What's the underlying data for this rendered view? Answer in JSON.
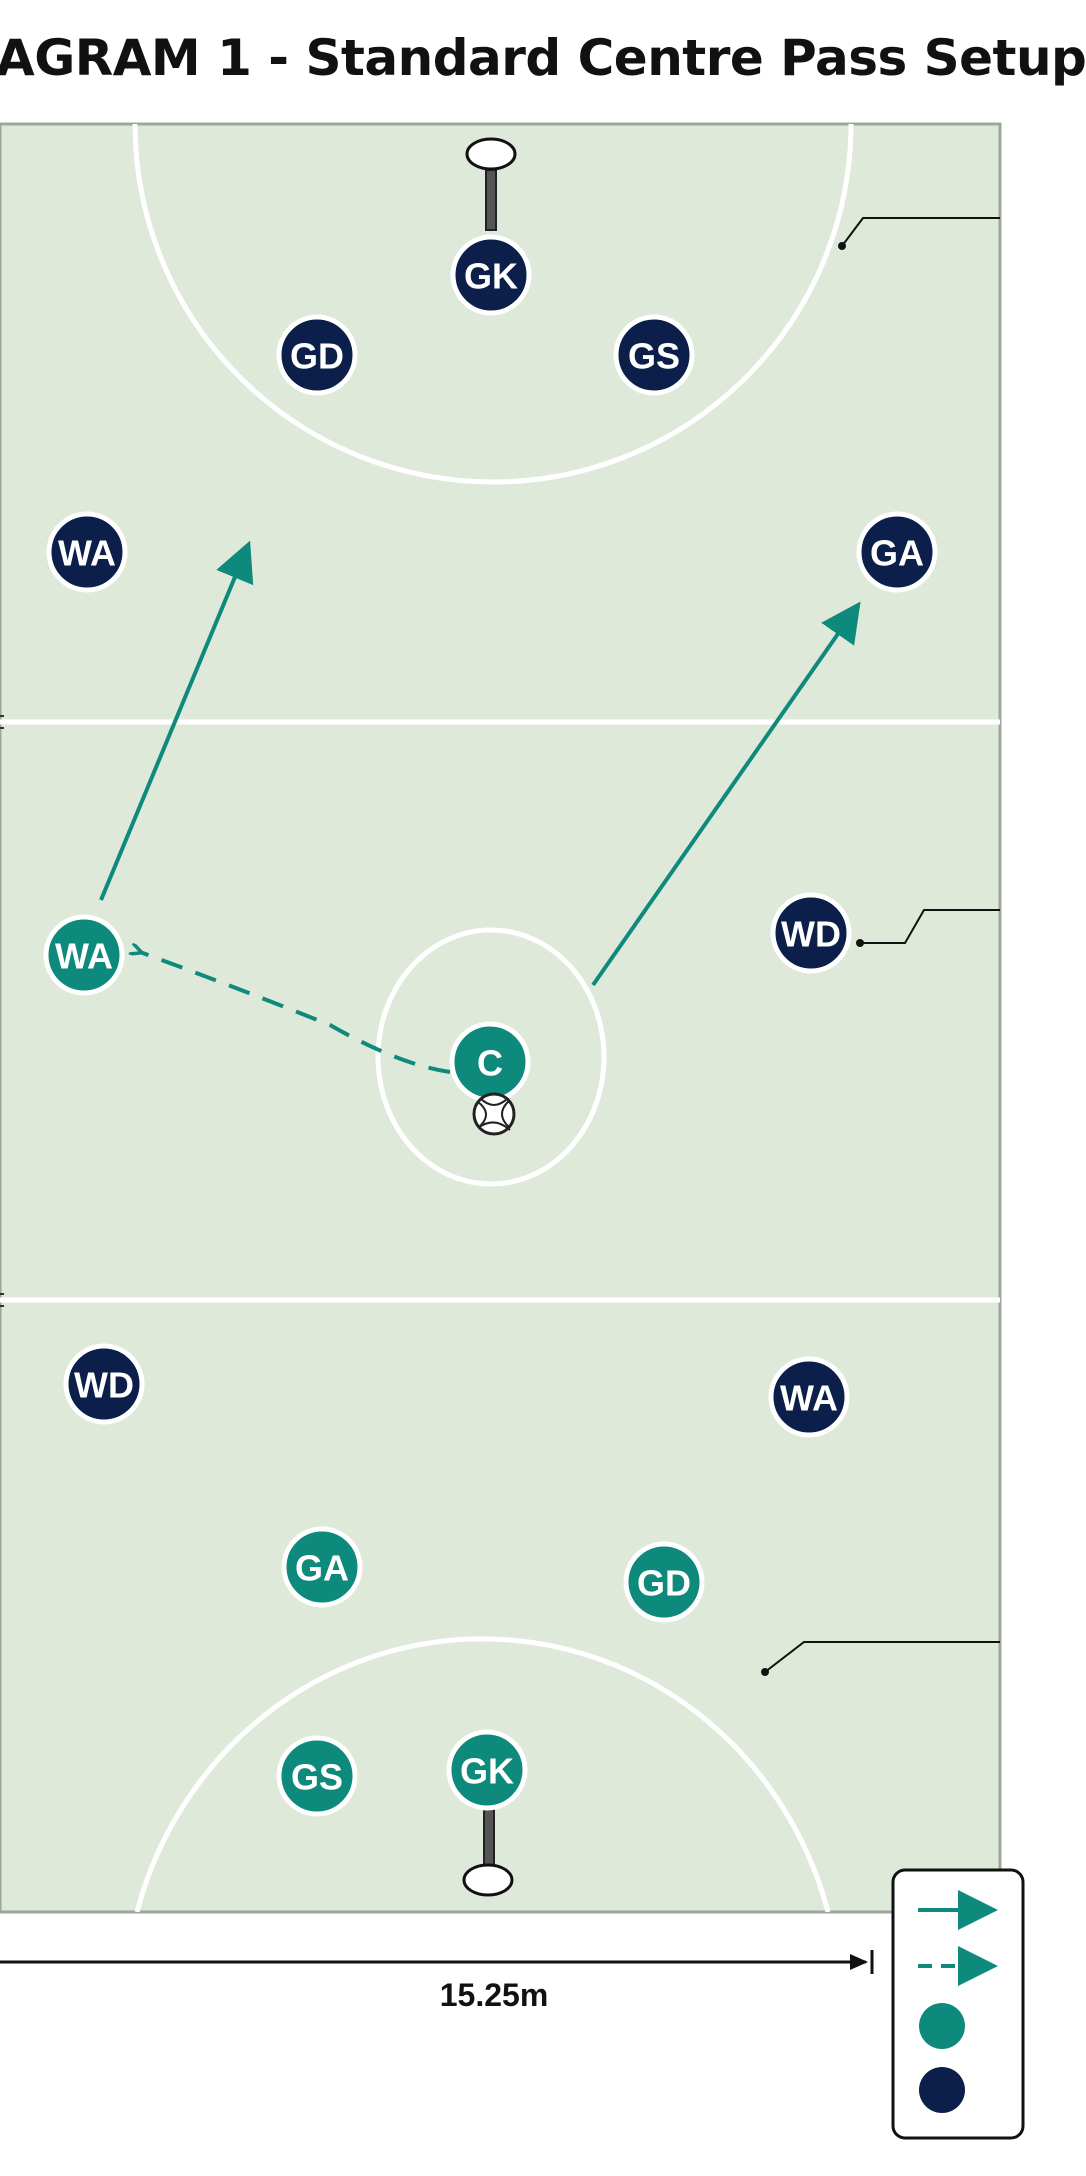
{
  "title": "AGRAM 1 - Standard Centre Pass Setup",
  "colors": {
    "court": "#dfe9da",
    "lines": "#ffffff",
    "teal": "#0e8a7c",
    "navy": "#0c1f4a",
    "border": "#9aa89a"
  },
  "dimension": {
    "label": "15.25m"
  },
  "ball": {
    "icon": "netball-icon"
  },
  "players": [
    {
      "team": "navy",
      "label": "GK",
      "name": "player-navy-gk-top"
    },
    {
      "team": "navy",
      "label": "GD",
      "name": "player-navy-gd-top"
    },
    {
      "team": "navy",
      "label": "GS",
      "name": "player-navy-gs-top"
    },
    {
      "team": "navy",
      "label": "WA",
      "name": "player-navy-wa-top"
    },
    {
      "team": "navy",
      "label": "GA",
      "name": "player-navy-ga-top"
    },
    {
      "team": "teal",
      "label": "WA",
      "name": "player-teal-wa-centre"
    },
    {
      "team": "navy",
      "label": "WD",
      "name": "player-navy-wd-centre"
    },
    {
      "team": "teal",
      "label": "C",
      "name": "player-teal-c"
    },
    {
      "team": "navy",
      "label": "WD",
      "name": "player-navy-wd-bottom"
    },
    {
      "team": "navy",
      "label": "WA",
      "name": "player-navy-wa-bottom"
    },
    {
      "team": "teal",
      "label": "GA",
      "name": "player-teal-ga-bottom"
    },
    {
      "team": "teal",
      "label": "GD",
      "name": "player-teal-gd-bottom"
    },
    {
      "team": "teal",
      "label": "GS",
      "name": "player-teal-gs-bottom"
    },
    {
      "team": "teal",
      "label": "GK",
      "name": "player-teal-gk-bottom"
    }
  ],
  "legend": [
    {
      "type": "solid-arrow"
    },
    {
      "type": "dashed-arrow"
    },
    {
      "type": "teal-circle"
    },
    {
      "type": "navy-circle"
    }
  ]
}
